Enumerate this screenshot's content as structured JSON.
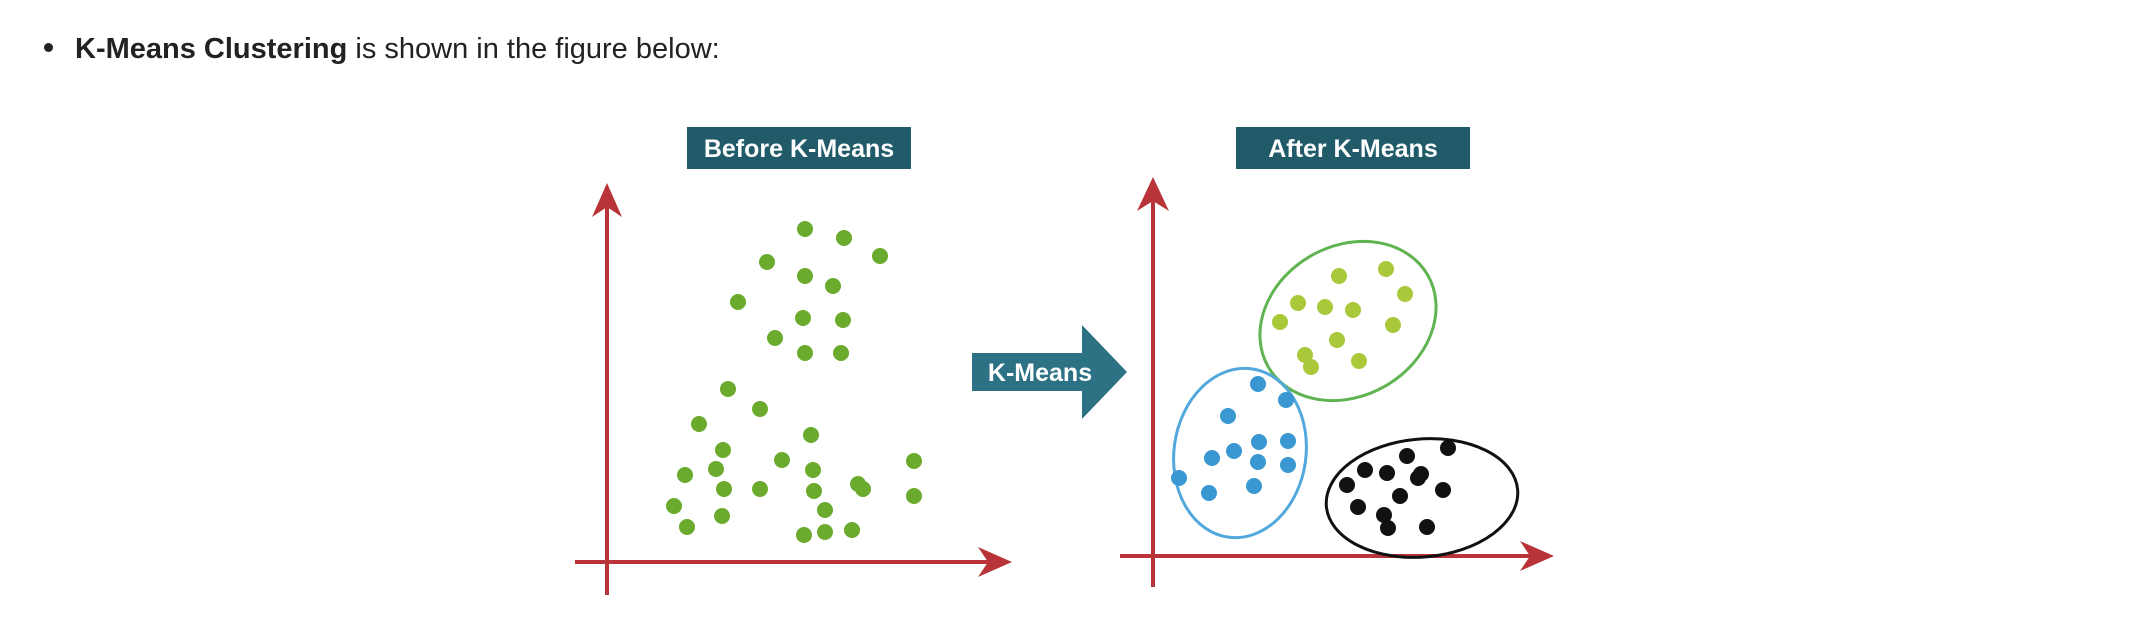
{
  "bullet": {
    "bold_text": "K-Means Clustering",
    "rest_text": " is shown in the figure below:"
  },
  "figure": {
    "before_label": "Before K-Means",
    "after_label": "After K-Means",
    "arrow_label": "K-Means",
    "colors": {
      "label_bg": "#215b69",
      "arrow_bg": "#2d7184",
      "axis": "#b83438",
      "point_green": "#6aab2d",
      "point_lime": "#a9c93a",
      "point_blue": "#3a97d2",
      "point_black": "#111111",
      "ellipse_green": "#5fb350",
      "ellipse_blue": "#52a8dd",
      "ellipse_black": "#111111"
    }
  }
}
